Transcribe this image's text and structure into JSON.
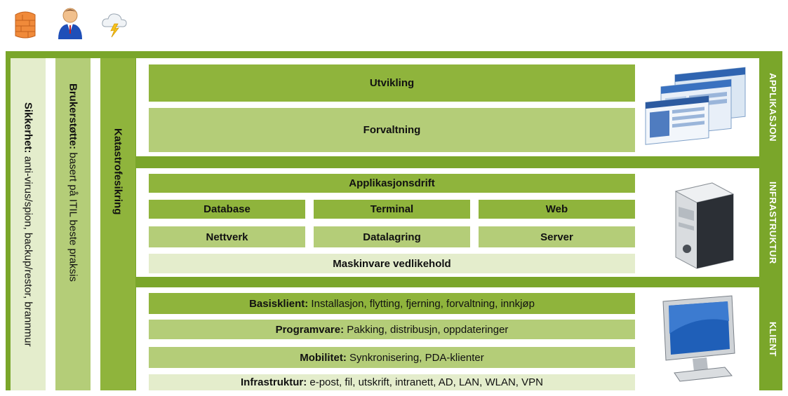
{
  "top_icons": [
    "firewall-icon",
    "user-icon",
    "cloud-lightning-icon"
  ],
  "columns": {
    "security": {
      "bold": "Sikkerhet:",
      "text": " anti-virus/spion, backup/restor, brannmur"
    },
    "support": {
      "bold": "Brukerstøtte:",
      "text": " basert på ITIL beste praksis"
    },
    "disaster": {
      "bold": "Katastrofesikring"
    }
  },
  "applikasjon": {
    "label": "APPLIKASJON",
    "rows": [
      "Utvikling",
      "Forvaltning"
    ]
  },
  "infrastruktur": {
    "label": "INFRASTRUKTUR",
    "header": "Applikasjonsdrift",
    "grid_row1": [
      "Database",
      "Terminal",
      "Web"
    ],
    "grid_row2": [
      "Nettverk",
      "Datalagring",
      "Server"
    ],
    "footer": "Maskinvare vedlikehold"
  },
  "klient": {
    "label": "KLIENT",
    "rows": [
      {
        "bold": "Basisklient:",
        "text": " Installasjon, flytting, fjerning, forvaltning, innkjøp"
      },
      {
        "bold": "Programvare:",
        "text": " Pakking, distribusjn, oppdateringer"
      },
      {
        "bold": "Mobilitet:",
        "text": " Synkronisering, PDA-klienter"
      },
      {
        "bold": "Infrastruktur:",
        "text": " e-post, fil, utskrift, intranett, AD, LAN, WLAN, VPN"
      }
    ]
  },
  "colors": {
    "band": "#7aa62a",
    "dark": "#8fb43c",
    "mid": "#b4cd78",
    "light": "#e4edcc"
  }
}
